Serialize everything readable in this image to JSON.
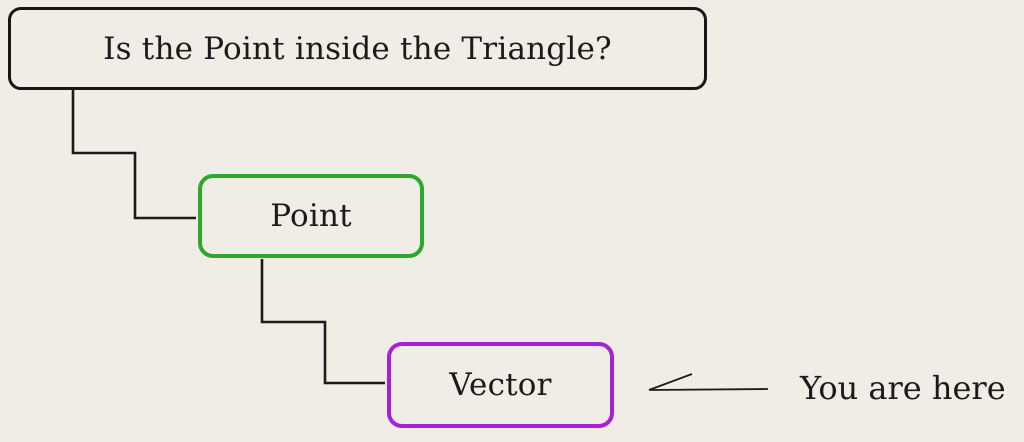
{
  "diagram": {
    "nodes": {
      "question": {
        "label": "Is the Point inside the Triangle?",
        "border_color": "#171717"
      },
      "point": {
        "label": "Point",
        "border_color": "#2da82d"
      },
      "vector": {
        "label": "Vector",
        "border_color": "#a81fd4"
      }
    },
    "annotation": {
      "label": "You are here"
    },
    "colors": {
      "background": "#f0ede7",
      "connector": "#1b1b1b",
      "text": "#1b1b1b"
    }
  }
}
